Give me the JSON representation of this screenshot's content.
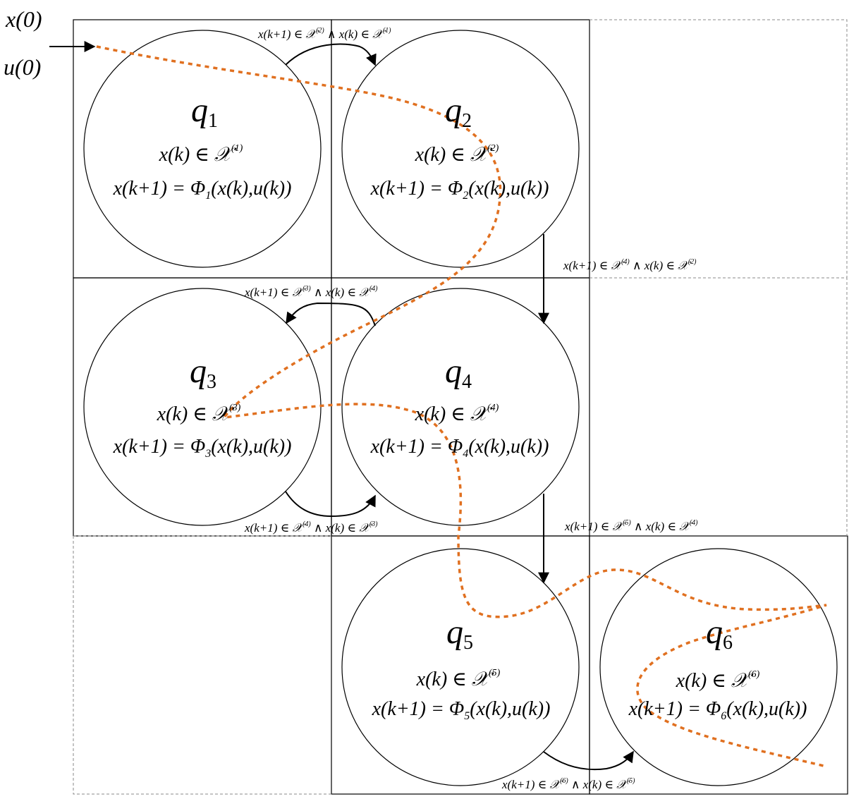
{
  "initial": {
    "x0": "x(0)",
    "u0": "u(0)"
  },
  "states": [
    {
      "name": "q",
      "sub": "1",
      "domain": "x(k) ∈ 𝒳",
      "domain_sup": "(1)",
      "update": "x(k+1) = Φ",
      "update_sub": "1",
      "update_tail": "(x(k),u(k))"
    },
    {
      "name": "q",
      "sub": "2",
      "domain": "x(k) ∈ 𝒳",
      "domain_sup": "(2)",
      "update": "x(k+1) = Φ",
      "update_sub": "2",
      "update_tail": "(x(k),u(k))"
    },
    {
      "name": "q",
      "sub": "3",
      "domain": "x(k) ∈ 𝒳",
      "domain_sup": "(3)",
      "update": "x(k+1) = Φ",
      "update_sub": "3",
      "update_tail": "(x(k),u(k))"
    },
    {
      "name": "q",
      "sub": "4",
      "domain": "x(k) ∈ 𝒳",
      "domain_sup": "(4)",
      "update": "x(k+1) = Φ",
      "update_sub": "4",
      "update_tail": "(x(k),u(k))"
    },
    {
      "name": "q",
      "sub": "5",
      "domain": "x(k) ∈ 𝒳",
      "domain_sup": "(5)",
      "update": "x(k+1) = Φ",
      "update_sub": "5",
      "update_tail": "(x(k),u(k))"
    },
    {
      "name": "q",
      "sub": "6",
      "domain": "x(k) ∈ 𝒳",
      "domain_sup": "(6)",
      "update": "x(k+1) = Φ",
      "update_sub": "6",
      "update_tail": "(x(k),u(k))"
    }
  ],
  "transitions": [
    {
      "from": "q1",
      "to": "q2",
      "a": "x(k+1) ∈ 𝒳",
      "a_sup": "(2)",
      "b": " ∧ x(k) ∈ 𝒳",
      "b_sup": "(1)"
    },
    {
      "from": "q2",
      "to": "q4",
      "a": "x(k+1) ∈ 𝒳",
      "a_sup": "(4)",
      "b": " ∧ x(k) ∈ 𝒳",
      "b_sup": "(2)"
    },
    {
      "from": "q4",
      "to": "q3",
      "a": "x(k+1) ∈ 𝒳",
      "a_sup": "(3)",
      "b": " ∧ x(k) ∈ 𝒳",
      "b_sup": "(4)"
    },
    {
      "from": "q3",
      "to": "q4",
      "a": "x(k+1) ∈ 𝒳",
      "a_sup": "(4)",
      "b": " ∧ x(k) ∈ 𝒳",
      "b_sup": "(3)"
    },
    {
      "from": "q4",
      "to": "q5",
      "a": "x(k+1) ∈ 𝒳",
      "a_sup": "(5)",
      "b": " ∧ x(k) ∈ 𝒳",
      "b_sup": "(4)"
    },
    {
      "from": "q5",
      "to": "q6",
      "a": "x(k+1) ∈ 𝒳",
      "a_sup": "(6)",
      "b": " ∧ x(k) ∈ 𝒳",
      "b_sup": "(5)"
    }
  ],
  "colors": {
    "trajectory": "#e07020",
    "lines": "#000000"
  }
}
